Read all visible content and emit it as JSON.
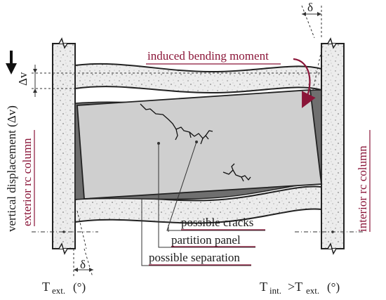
{
  "labels": {
    "delta_top": "δ",
    "delta_bottom": "δ",
    "delta_v": "Δv",
    "induced_bending_moment": "induced bending moment",
    "vertical_displacement": "vertical displacement (Δv)",
    "exterior_rc_column": "exterior rc column",
    "interior_rc_column": "interior rc column",
    "possible_cracks": "possible cracks",
    "partition_panel": "partition panel",
    "possible_separation": "possible separation",
    "t_ext_main": "T",
    "t_ext_sub": "ext.",
    "t_ext_unit": "(°)",
    "t_int_main": "T",
    "t_int_sub": "int.",
    "t_int_gt": ">T",
    "t_int_sub2": "ext.",
    "t_int_unit": "(°)"
  },
  "colors": {
    "accent": "#8a1538",
    "panel_fill": "#cfcfcf",
    "gap_fill": "#6f6f6f",
    "concrete_fill": "#eaeaea"
  }
}
